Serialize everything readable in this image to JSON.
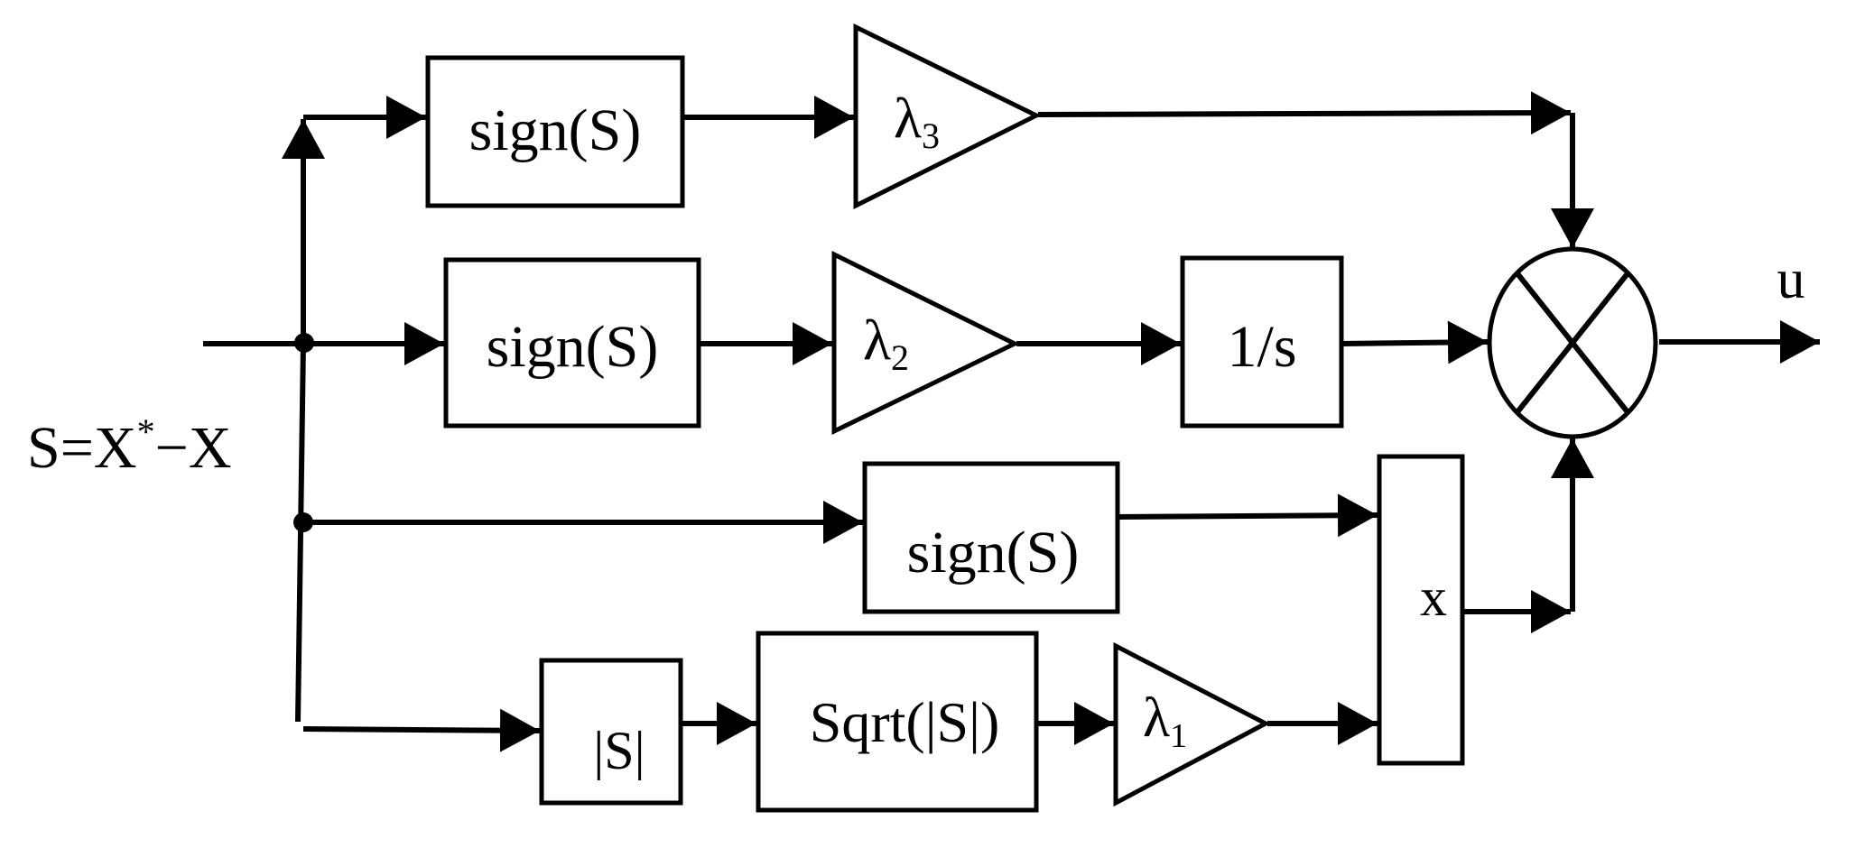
{
  "diagram": {
    "input_label": {
      "base": "S=X",
      "sup": "*",
      "tail": "−X"
    },
    "blocks": {
      "sign_top": "sign(S)",
      "sign_mid": "sign(S)",
      "sign_low": "sign(S)",
      "integrator": "1/s",
      "abs": "|S|",
      "sqrt": "Sqrt(|S|)",
      "multiplier": "x"
    },
    "gains": {
      "g3": {
        "sym": "λ",
        "sub": "3"
      },
      "g2": {
        "sym": "λ",
        "sub": "2"
      },
      "g1": {
        "sym": "λ",
        "sub": "1"
      }
    },
    "output_label": "u"
  }
}
